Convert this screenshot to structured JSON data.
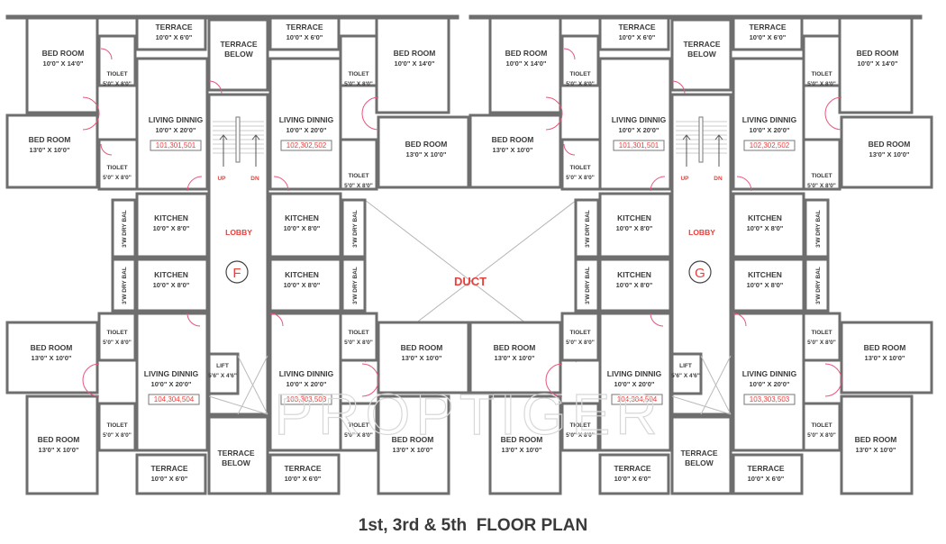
{
  "title": "1st, 3rd & 5th  FLOOR PLAN",
  "watermark": "PROPTIGER",
  "duct": "DUCT",
  "colors": {
    "walls": "#6e6e6e",
    "doors": "#e8557a",
    "accent_text": "#e8403c",
    "label_text": "#3c3c3c"
  },
  "wings": [
    {
      "block": "F",
      "lobby": "LOBBY",
      "up": "UP",
      "dn": "DN",
      "units": [
        "101,301,501",
        "102,302,502",
        "104,304,504",
        "103,303,503"
      ],
      "rooms": [
        {
          "lines": [
            "BED ROOM",
            "10'0\" X 14'0\""
          ]
        },
        {
          "lines": [
            "TIOLET",
            "5'0\" X 8'0\""
          ]
        },
        {
          "lines": [
            "TERRACE",
            "10'0\" X 6'0\""
          ]
        },
        {
          "lines": [
            "TERRACE",
            "BELOW"
          ]
        },
        {
          "lines": [
            "TERRACE",
            "10'0\" X 6'0\""
          ]
        },
        {
          "lines": [
            "TIOLET",
            "5'0\" X 8'0\""
          ]
        },
        {
          "lines": [
            "BED ROOM",
            "10'0\" X 14'0\""
          ]
        },
        {
          "lines": [
            "BED ROOM",
            "13'0\" X 10'0\""
          ]
        },
        {
          "lines": [
            "TIOLET",
            "5'0\" X 8'0\""
          ]
        },
        {
          "lines": [
            "LIVING DINNIG",
            "10'0\" X 20'0\""
          ]
        },
        {
          "lines": [
            "LIVING DINNIG",
            "10'0\" X 20'0\""
          ]
        },
        {
          "lines": [
            "TIOLET",
            "5'0\" X 8'0\""
          ]
        },
        {
          "lines": [
            "BED ROOM",
            "13'0\" X 10'0\""
          ]
        },
        {
          "lines": [
            "KITCHEN",
            "10'0\" X 8'0\""
          ]
        },
        {
          "lines": [
            "KITCHEN",
            "10'0\" X 8'0\""
          ]
        },
        {
          "lines": [
            "KITCHEN",
            "10'0\" X 8'0\""
          ]
        },
        {
          "lines": [
            "KITCHEN",
            "10'0\" X 8'0\""
          ]
        },
        {
          "lines": [
            "3'W DRY BAL"
          ]
        },
        {
          "lines": [
            "3'W DRY BAL"
          ]
        },
        {
          "lines": [
            "3'W DRY BAL"
          ]
        },
        {
          "lines": [
            "3'W DRY BAL"
          ]
        },
        {
          "lines": [
            "TIOLET",
            "5'0\" X 8'0\""
          ]
        },
        {
          "lines": [
            "BED ROOM",
            "13'0\" X 10'0\""
          ]
        },
        {
          "lines": [
            "LIVING DINNIG",
            "10'0\" X 20'0\""
          ]
        },
        {
          "lines": [
            "LIFT",
            "5'6\" X 4'6\""
          ]
        },
        {
          "lines": [
            "LIVING DINNIG",
            "10'0\" X 20'0\""
          ]
        },
        {
          "lines": [
            "TIOLET",
            "5'0\" X 8'0\""
          ]
        },
        {
          "lines": [
            "BED ROOM",
            "13'0\" X 10'0\""
          ]
        },
        {
          "lines": [
            "TIOLET",
            "5'0\" X 8'0\""
          ]
        },
        {
          "lines": [
            "BED ROOM",
            "13'0\" X 10'0\""
          ]
        },
        {
          "lines": [
            "TERRACE",
            "10'0\" X 6'0\""
          ]
        },
        {
          "lines": [
            "TERRACE",
            "BELOW"
          ]
        },
        {
          "lines": [
            "TERRACE",
            "10'0\" X 6'0\""
          ]
        },
        {
          "lines": [
            "TIOLET",
            "5'0\" X 8'0\""
          ]
        },
        {
          "lines": [
            "BED ROOM",
            "13'0\" X 10'0\""
          ]
        }
      ]
    },
    {
      "block": "G",
      "lobby": "LOBBY",
      "up": "UP",
      "dn": "DN",
      "units": [
        "101,301,501",
        "102,302,502",
        "104,304,504",
        "103,303,503"
      ],
      "rooms": [
        {
          "lines": [
            "BED ROOM",
            "10'0\" X 14'0\""
          ]
        },
        {
          "lines": [
            "TIOLET",
            "5'0\" X 8'0\""
          ]
        },
        {
          "lines": [
            "TERRACE",
            "10'0\" X 6'0\""
          ]
        },
        {
          "lines": [
            "TERRACE",
            "BELOW"
          ]
        },
        {
          "lines": [
            "TERRACE",
            "10'0\" X 6'0\""
          ]
        },
        {
          "lines": [
            "TIOLET",
            "5'0\" X 8'0\""
          ]
        },
        {
          "lines": [
            "BED ROOM",
            "10'0\" X 14'0\""
          ]
        },
        {
          "lines": [
            "BED ROOM",
            "13'0\" X 10'0\""
          ]
        },
        {
          "lines": [
            "TIOLET",
            "5'0\" X 8'0\""
          ]
        },
        {
          "lines": [
            "LIVING DINNIG",
            "10'0\" X 20'0\""
          ]
        },
        {
          "lines": [
            "LIVING DINNIG",
            "10'0\" X 20'0\""
          ]
        },
        {
          "lines": [
            "TIOLET",
            "5'0\" X 8'0\""
          ]
        },
        {
          "lines": [
            "BED ROOM",
            "13'0\" X 10'0\""
          ]
        },
        {
          "lines": [
            "KITCHEN",
            "10'0\" X 8'0\""
          ]
        },
        {
          "lines": [
            "KITCHEN",
            "10'0\" X 8'0\""
          ]
        },
        {
          "lines": [
            "KITCHEN",
            "10'0\" X 8'0\""
          ]
        },
        {
          "lines": [
            "KITCHEN",
            "10'0\" X 8'0\""
          ]
        },
        {
          "lines": [
            "3'W DRY BAL"
          ]
        },
        {
          "lines": [
            "3'W DRY BAL"
          ]
        },
        {
          "lines": [
            "3'W DRY BAL"
          ]
        },
        {
          "lines": [
            "3'W DRY BAL"
          ]
        },
        {
          "lines": [
            "TIOLET",
            "5'0\" X 8'0\""
          ]
        },
        {
          "lines": [
            "BED ROOM",
            "13'0\" X 10'0\""
          ]
        },
        {
          "lines": [
            "LIVING DINNIG",
            "10'0\" X 20'0\""
          ]
        },
        {
          "lines": [
            "LIFT",
            "5'6\" X 4'6\""
          ]
        },
        {
          "lines": [
            "LIVING DINNIG",
            "10'0\" X 20'0\""
          ]
        },
        {
          "lines": [
            "TIOLET",
            "5'0\" X 8'0\""
          ]
        },
        {
          "lines": [
            "BED ROOM",
            "13'0\" X 10'0\""
          ]
        },
        {
          "lines": [
            "TIOLET",
            "5'0\" X 8'0\""
          ]
        },
        {
          "lines": [
            "BED ROOM",
            "13'0\" X 10'0\""
          ]
        },
        {
          "lines": [
            "TERRACE",
            "10'0\" X 6'0\""
          ]
        },
        {
          "lines": [
            "TERRACE",
            "BELOW"
          ]
        },
        {
          "lines": [
            "TERRACE",
            "10'0\" X 6'0\""
          ]
        },
        {
          "lines": [
            "TIOLET",
            "5'0\" X 8'0\""
          ]
        },
        {
          "lines": [
            "BED ROOM",
            "13'0\" X 10'0\""
          ]
        }
      ]
    }
  ]
}
